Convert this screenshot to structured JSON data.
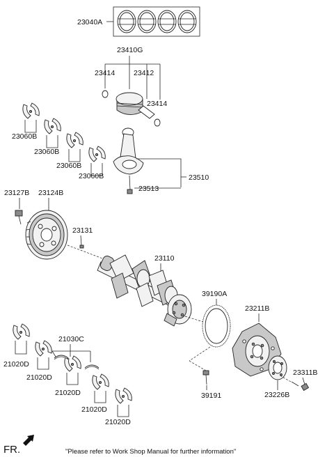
{
  "labels": {
    "piston_rings": "23040A",
    "piston_assy": "23410G",
    "snap_ring_left": "23414",
    "piston_pin": "23412",
    "snap_ring_right": "23414",
    "bearing_1": "23060B",
    "bearing_2": "23060B",
    "bearing_3": "23060B",
    "bearing_4": "23060B",
    "connecting_rod": "23510",
    "rod_bolt": "23513",
    "pulley_bolt": "23127B",
    "damper_pulley": "23124B",
    "key": "23131",
    "crankshaft": "23110",
    "thrust_washer_group": "21030C",
    "main_bearing_1": "21020D",
    "main_bearing_2": "21020D",
    "main_bearing_3": "21020D",
    "main_bearing_4": "21020D",
    "main_bearing_5": "21020D",
    "ring_gear": "39190A",
    "sensor_bolt": "39191",
    "flywheel": "23211B",
    "adapter_plate": "23226B",
    "flywheel_bolt": "23311B"
  },
  "footer": {
    "fr": "FR.",
    "note": "\"Please refer to Work Shop Manual for further information\""
  }
}
